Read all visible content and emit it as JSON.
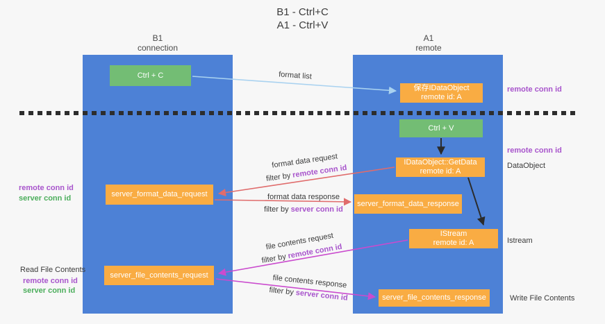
{
  "title": {
    "line1": "B1 - Ctrl+C",
    "line2": "A1 - Ctrl+V"
  },
  "lifelines": {
    "left": {
      "name": "B1",
      "subtitle": "connection"
    },
    "right": {
      "name": "A1",
      "subtitle": "remote"
    }
  },
  "nodes": {
    "ctrl_c": {
      "label": "Ctrl + C"
    },
    "ctrl_v": {
      "label": "Ctrl + V"
    },
    "save_dataobject": {
      "line1": "保存IDataObject",
      "line2": "remote id: A"
    },
    "getdata": {
      "line1": "IDataObject::GetData",
      "line2": "remote id: A"
    },
    "istream": {
      "line1": "IStream",
      "line2": "remote id: A"
    },
    "format_request": {
      "label": "server_format_data_request"
    },
    "format_response": {
      "label": "server_format_data_response"
    },
    "file_request": {
      "label": "server_file_contents_request"
    },
    "file_response": {
      "label": "server_file_contents_response"
    }
  },
  "edges": {
    "format_list": {
      "label": "format list"
    },
    "format_data_request": {
      "label": "format data request",
      "filter_prefix": "filter by",
      "filter_key": "remote conn id"
    },
    "format_data_response": {
      "label": "format data response",
      "filter_prefix": "filter by",
      "filter_key": "server conn id"
    },
    "file_contents_request": {
      "label": "file contents request",
      "filter_prefix": "filter by",
      "filter_key": "remote conn id"
    },
    "file_contents_response": {
      "label": "file contents response",
      "filter_prefix": "filter by",
      "filter_key": "server conn id"
    }
  },
  "annotations": {
    "remote_conn_id": "remote conn id",
    "server_conn_id": "server conn id",
    "dataobject": "DataObject",
    "istream": "Istream",
    "read_file_contents": "Read File Contents",
    "write_file_contents": "Write File Contents"
  },
  "colors": {
    "lifeline_fill": "#4d81d6",
    "node_orange": "#f9ac43",
    "node_green": "#73bd74",
    "arrow_red": "#e06c6c",
    "arrow_magenta": "#ca4bce",
    "arrow_blue": "#a9d2f0",
    "arrow_black": "#2b2b2b",
    "text_purple": "#a855cc",
    "text_green": "#4cae5c"
  }
}
